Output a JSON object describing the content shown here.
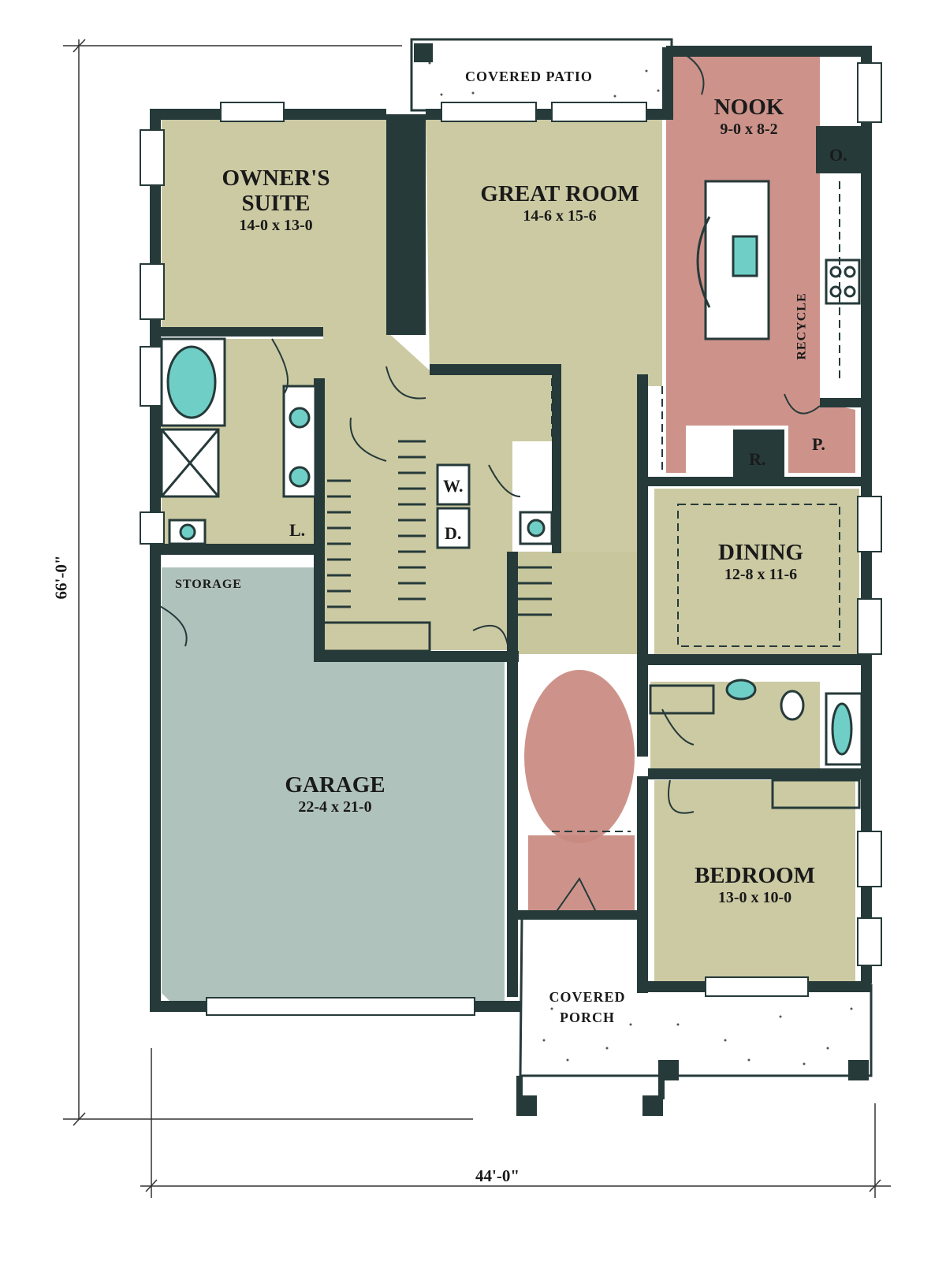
{
  "rooms": {
    "owners_suite": {
      "name_line1": "OWNER'S",
      "name_line2": "SUITE",
      "size": "14-0 x 13-0"
    },
    "great_room": {
      "name": "GREAT ROOM",
      "size": "14-6 x 15-6"
    },
    "nook": {
      "name": "NOOK",
      "size": "9-0 x 8-2"
    },
    "dining": {
      "name": "DINING",
      "size": "12-8 x 11-6"
    },
    "garage": {
      "name": "GARAGE",
      "size": "22-4 x 21-0"
    },
    "bedroom": {
      "name": "BEDROOM",
      "size": "13-0 x 10-0"
    },
    "storage": {
      "name": "STORAGE"
    },
    "covered_patio": {
      "name": "COVERED PATIO"
    },
    "covered_porch": {
      "name_line1": "COVERED",
      "name_line2": "PORCH"
    }
  },
  "fixtures": {
    "washer": "W.",
    "dryer": "D.",
    "linen": "L.",
    "oven": "O.",
    "refrigerator": "R.",
    "pantry": "P.",
    "recycle": "RECYCLE"
  },
  "dimensions": {
    "overall_depth": "66'-0\"",
    "overall_width": "44'-0\""
  },
  "colors": {
    "living_wash": "#c8c59b",
    "kitchen_wash": "#c98a80",
    "garage_wash": "#a9bdb6",
    "wall": "#263a3a",
    "fixture_water": "#6fcfc6"
  }
}
